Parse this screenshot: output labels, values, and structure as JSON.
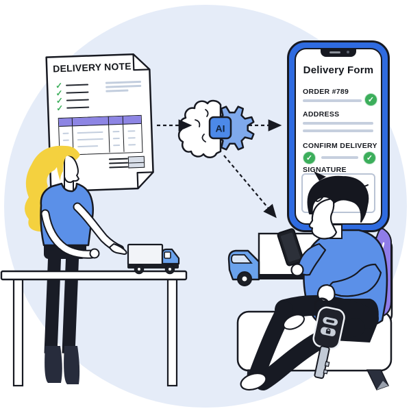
{
  "illustration_title": "AI delivery-note processing illustration",
  "icons": {
    "check": "✓"
  },
  "document": {
    "title": "DELIVERY NOTE",
    "checklist_rows": 4,
    "header_note_lines": 3,
    "table_columns": 4,
    "summary_lines": 3
  },
  "ai": {
    "chip_label": "AI"
  },
  "phone": {
    "title": "Delivery Form",
    "order_label": "ORDER #789",
    "address_label": "ADDRESS",
    "confirm_label": "CONFIRM DELIVERY",
    "signature_label": "SIGNATURE"
  },
  "palette": {
    "circle_bg": "#e5ecf8",
    "outline": "#171921",
    "primary_blue": "#5b90e8",
    "phone_frame_blue": "#2f6be0",
    "chip_blue": "#4c89e8",
    "gear_blue": "#7fa9ec",
    "truck_cab_blue": "#6aa2ec",
    "table_header_purple": "#8d85e4",
    "pillow_purple": "#8f7ce8",
    "check_green": "#3cae5b",
    "hair_yellow": "#f4d13f",
    "field_line_gray": "#c6cfde"
  }
}
